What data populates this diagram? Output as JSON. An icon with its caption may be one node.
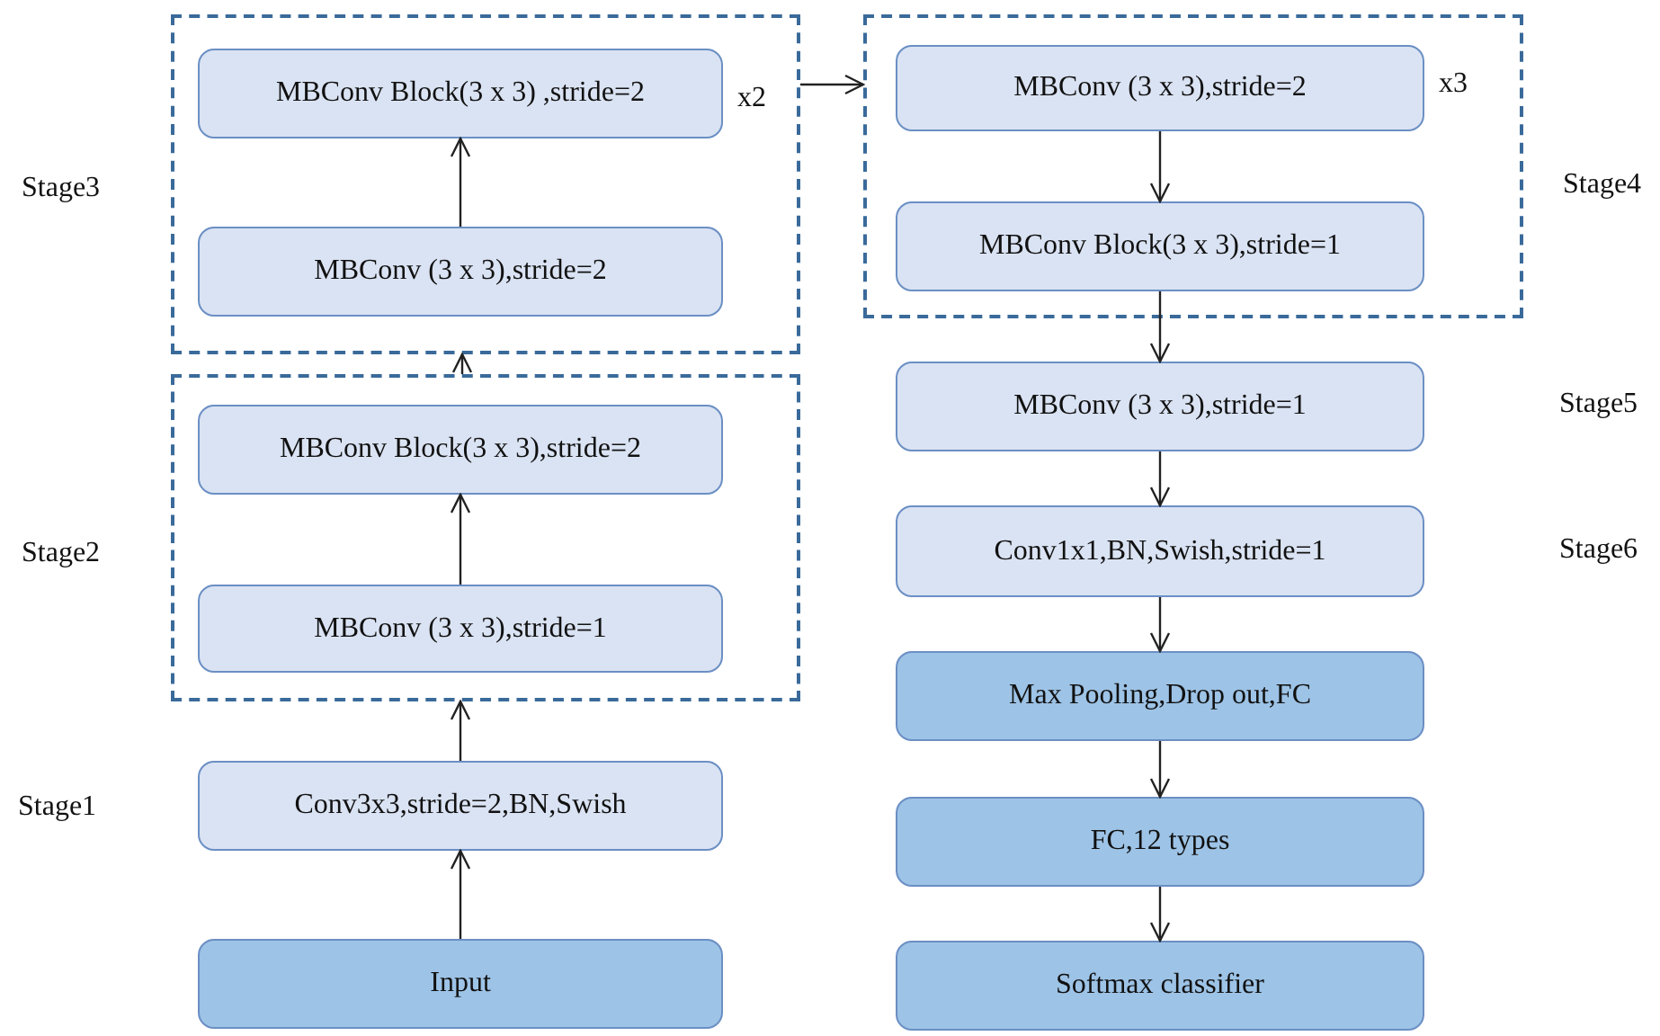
{
  "diagram": {
    "nodes": [
      {
        "text": [
          "Stage3"
        ]
      },
      {
        "text": [
          "MBConv Block(3 x 3) ,stride=2"
        ],
        "in": 0,
        "beside": [
          "x2"
        ]
      },
      {
        "text": [
          "MBConv (3 x 3),stride=2"
        ],
        "in": 0
      },
      {
        "text": [
          "Stage2"
        ]
      },
      {
        "text": [
          "MBConv Block(3 x 3),stride=2"
        ],
        "in": 3
      },
      {
        "text": [
          "MBConv (3 x 3),stride=1"
        ],
        "in": 3
      },
      {
        "text": [
          "Conv3x3,stride=2,BN,Swish"
        ]
      },
      {
        "text": [
          "Input"
        ]
      },
      {
        "text": [
          "Stage4"
        ]
      },
      {
        "text": [
          "MBConv (3 x 3),stride=2"
        ],
        "in": 8,
        "beside": [
          "x3"
        ]
      },
      {
        "text": [
          "MBConv Block(3 x 3),stride=1"
        ],
        "in": 8
      },
      {
        "text": [
          "MBConv (3 x 3),stride=1"
        ]
      },
      {
        "text": [
          "Conv1x1,BN,Swish,stride=1"
        ]
      },
      {
        "text": [
          "Max Pooling,Drop out,FC"
        ]
      },
      {
        "text": [
          "FC,12 types"
        ]
      },
      {
        "text": [
          "Softmax classifier"
        ]
      }
    ],
    "edges": [
      {
        "from": 7,
        "to": 6,
        "arrow": "to"
      },
      {
        "from": 6,
        "to": 3,
        "arrow": "to"
      },
      {
        "from": 5,
        "to": 4,
        "arrow": "to"
      },
      {
        "from": 3,
        "to": 0,
        "arrow": "to"
      },
      {
        "from": 2,
        "to": 1,
        "arrow": "to"
      },
      {
        "from": 0,
        "to": 8,
        "arrow": "to"
      },
      {
        "from": 9,
        "to": 10,
        "arrow": "to"
      },
      {
        "from": 10,
        "to": 11,
        "arrow": "to"
      },
      {
        "from": 11,
        "to": 12,
        "arrow": "to"
      },
      {
        "from": 12,
        "to": 13,
        "arrow": "to"
      },
      {
        "from": 13,
        "to": 14,
        "arrow": "to"
      },
      {
        "from": 14,
        "to": 15,
        "arrow": "to"
      }
    ],
    "labels": [
      "Stage1",
      "Stage5",
      "Stage6"
    ]
  }
}
